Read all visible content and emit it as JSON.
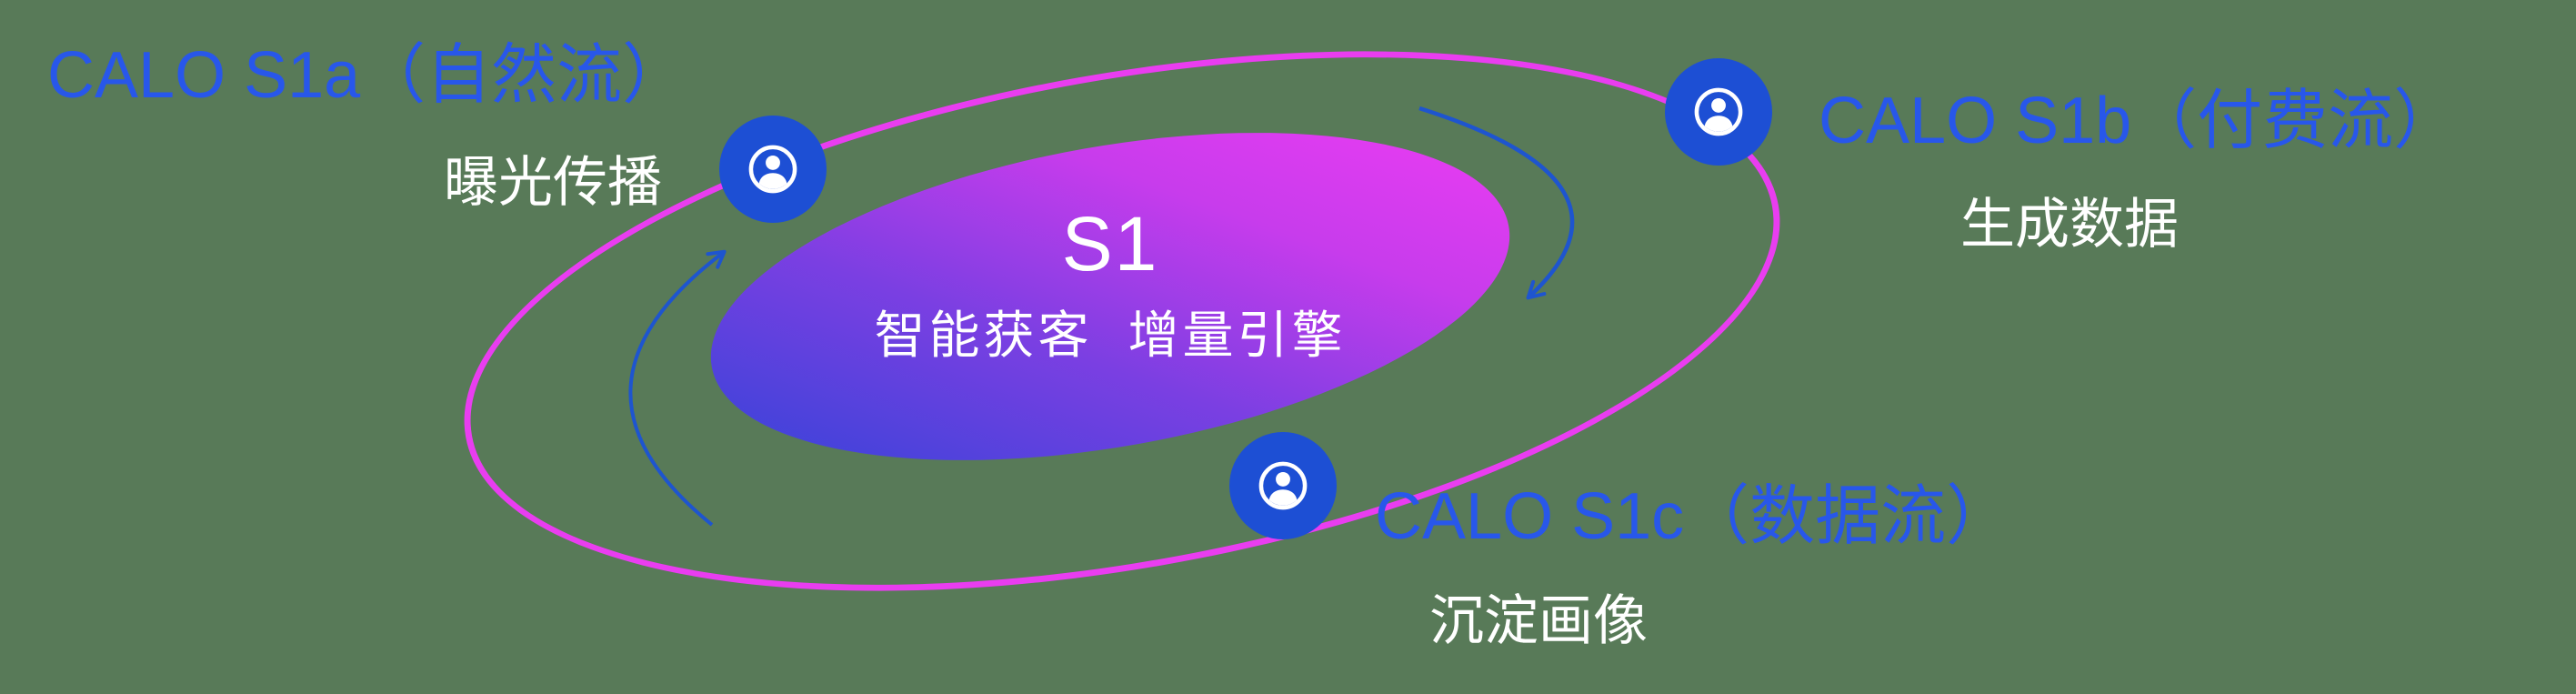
{
  "canvas": {
    "background_color": "#587a58"
  },
  "center": {
    "title": "S1",
    "subtitle": "智能获客  增量引擎"
  },
  "nodes": [
    {
      "id": "s1a",
      "label": "CALO S1a（自然流）",
      "sublabel": "曝光传播",
      "icon": "user-icon"
    },
    {
      "id": "s1b",
      "label": "CALO S1b（付费流）",
      "sublabel": "生成数据",
      "icon": "user-icon"
    },
    {
      "id": "s1c",
      "label": "CALO S1c（数据流）",
      "sublabel": "沉淀画像",
      "icon": "user-icon"
    }
  ],
  "colors": {
    "label_blue": "#2857ea",
    "badge_blue": "#1d4fd4",
    "arrow_blue": "#1e55cf",
    "orbit_magenta": "#e93df0",
    "core_gradient_start": "#3544d8",
    "core_gradient_end": "#e93cf2",
    "text_white": "#ffffff"
  }
}
